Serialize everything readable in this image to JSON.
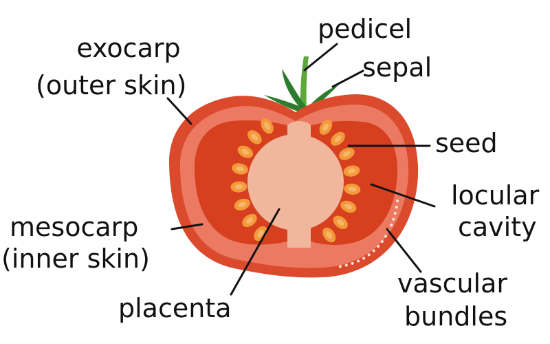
{
  "labels": {
    "pedicel": "pedicel",
    "sepal": "sepal",
    "exocarp": "exocarp",
    "exocarp_note": "(outer skin)",
    "seed": "seed",
    "locular": "locular",
    "locular_cavity": "cavity",
    "mesocarp": "mesocarp",
    "mesocarp_note": "(inner skin)",
    "vascular": "vascular",
    "vascular_bundles": "bundles",
    "placenta": "placenta"
  },
  "colors": {
    "exocarp": "#dc4a2e",
    "mesocarp": "#ec7a62",
    "locule": "#d6401f",
    "placenta": "#f1b79c",
    "seed": "#f39a3a",
    "stem": "#5ea83a",
    "sepal": "#2e7d2e",
    "leader_line": "#111111",
    "vascular_dots": "#fbe3d2"
  },
  "icons": {
    "seed": "seed-shape",
    "vascular": "dotted-arc"
  }
}
